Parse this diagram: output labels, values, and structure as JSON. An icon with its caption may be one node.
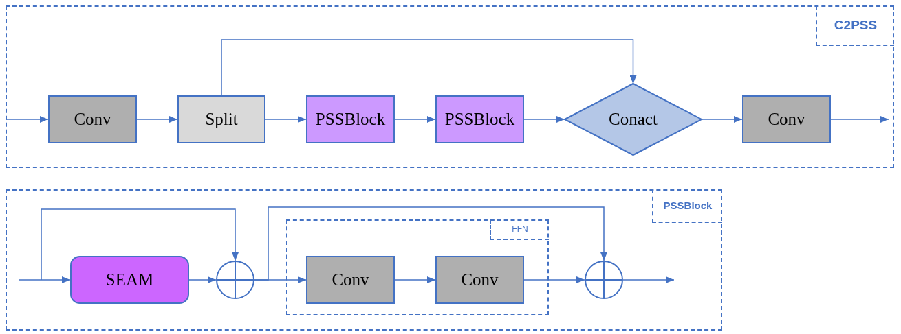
{
  "diagram": {
    "nodes": [
      {
        "text": [
          "C2PSS"
        ]
      },
      {
        "text": [
          "Conv"
        ],
        "in": 0
      },
      {
        "text": [
          "Split"
        ],
        "in": 0
      },
      {
        "text": [
          "PSSBlock"
        ],
        "in": 0
      },
      {
        "text": [
          "PSSBlock"
        ],
        "in": 0
      },
      {
        "text": [
          "Conact"
        ],
        "in": 0
      },
      {
        "text": [
          "Conv"
        ],
        "in": 0
      },
      {
        "text": [
          "PSSBlock"
        ]
      },
      {
        "text": [
          "SEAM"
        ],
        "in": 7
      },
      {
        "text": [],
        "shape": "circle",
        "in": 7
      },
      {
        "text": [
          "FFN"
        ],
        "in": 7
      },
      {
        "text": [
          "Conv"
        ],
        "in": 10
      },
      {
        "text": [
          "Conv"
        ],
        "in": 10
      },
      {
        "text": [],
        "shape": "circle",
        "in": 7
      }
    ],
    "edges": [
      {
        "from": null,
        "to": 1,
        "arrow": "to"
      },
      {
        "from": 1,
        "to": 2,
        "arrow": "to"
      },
      {
        "from": 2,
        "to": 3,
        "arrow": "to"
      },
      {
        "from": 3,
        "to": 4,
        "arrow": "to"
      },
      {
        "from": 4,
        "to": 5,
        "arrow": "to"
      },
      {
        "from": 2,
        "to": 5,
        "arrow": "to"
      },
      {
        "from": 5,
        "to": 6,
        "arrow": "to"
      },
      {
        "from": 6,
        "to": null,
        "arrow": "to"
      },
      {
        "from": null,
        "to": 8,
        "arrow": "to"
      },
      {
        "from": null,
        "to": 9,
        "arrow": "to"
      },
      {
        "from": 8,
        "to": 9,
        "arrow": "to"
      },
      {
        "from": 9,
        "to": 11,
        "arrow": "to"
      },
      {
        "from": 9,
        "to": 13,
        "arrow": "to"
      },
      {
        "from": 11,
        "to": 12,
        "arrow": "to"
      },
      {
        "from": 12,
        "to": 13,
        "arrow": "to"
      },
      {
        "from": 13,
        "to": null,
        "arrow": "to"
      }
    ]
  }
}
